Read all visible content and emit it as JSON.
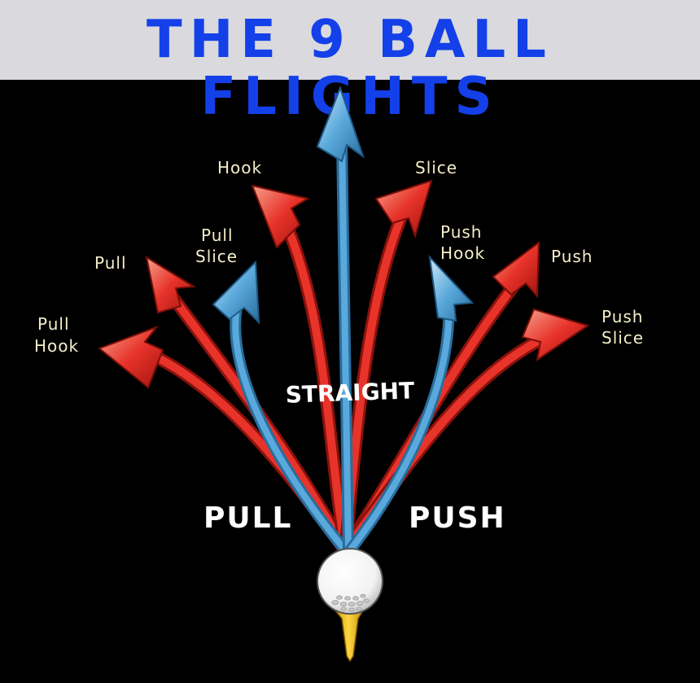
{
  "title": "THE 9 BALL FLIGHTS",
  "colors": {
    "header_bg": "#d9d9de",
    "title_text": "#1340e8",
    "red_arrow": "#e8332a",
    "blue_arrow": "#5aa9dc",
    "label_text": "#f4efc8",
    "tee": "#f2c21a"
  },
  "labels": {
    "hook": "Hook",
    "slice": "Slice",
    "pull": "Pull",
    "pull_slice": [
      "Pull",
      "Slice"
    ],
    "pull_hook": [
      "Pull",
      "Hook"
    ],
    "push_hook": [
      "Push",
      "Hook"
    ],
    "push": "Push",
    "push_slice": [
      "Push",
      "Slice"
    ],
    "straight": "STRAIGHT",
    "pull_big": "PULL",
    "push_big": "PUSH"
  },
  "icons": [
    "golf-ball-icon",
    "golf-tee-icon"
  ]
}
